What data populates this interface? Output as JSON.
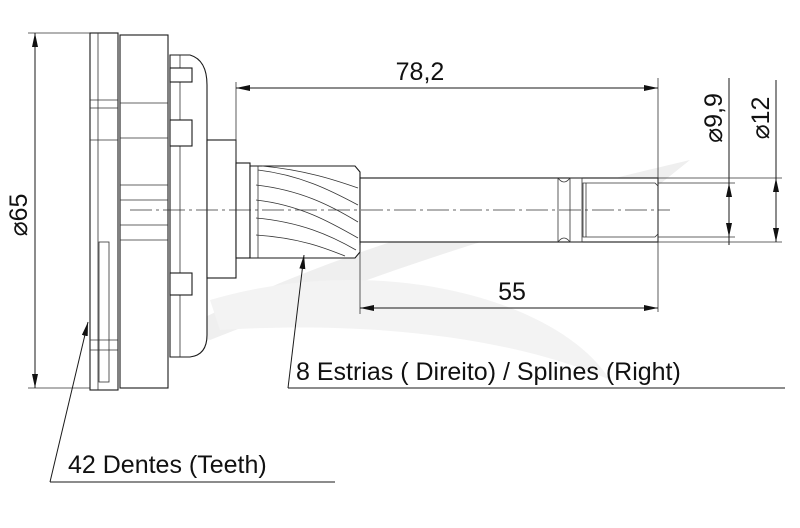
{
  "dimensions": {
    "overall_diameter": "⌀65",
    "shaft_length": "78,2",
    "spline_length": "55",
    "thread_diameter": "⌀9,9",
    "shaft_diameter": "⌀12"
  },
  "callouts": {
    "splines": "8 Estrias ( Direito) / Splines (Right)",
    "teeth": "42 Dentes (Teeth)"
  },
  "colors": {
    "line": "#1a1a1a",
    "watermark": "#ececec"
  }
}
